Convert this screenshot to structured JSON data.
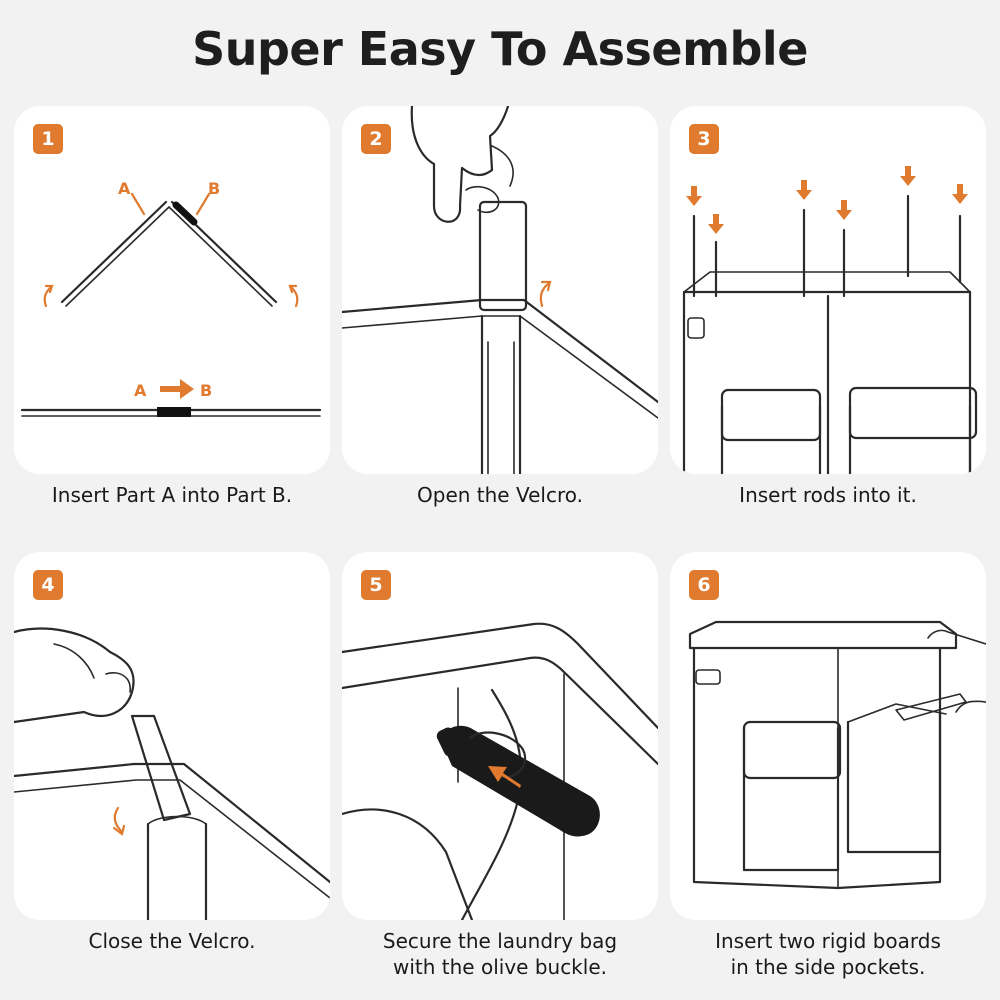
{
  "header": {
    "title": "Super Easy To Assemble"
  },
  "steps": [
    {
      "number": "1",
      "caption": "Insert Part A into Part B.",
      "labels": {
        "a": "A",
        "b": "B",
        "a2": "A",
        "b2": "B"
      }
    },
    {
      "number": "2",
      "caption": "Open the Velcro."
    },
    {
      "number": "3",
      "caption": "Insert rods into it."
    },
    {
      "number": "4",
      "caption": "Close the Velcro."
    },
    {
      "number": "5",
      "caption_line1": "Secure the laundry bag",
      "caption_line2": "with the olive buckle."
    },
    {
      "number": "6",
      "caption_line1": "Insert two rigid boards",
      "caption_line2": "in the side pockets."
    }
  ],
  "colors": {
    "accent": "#e07a2e",
    "card": "#ffffff",
    "background": "#f2f2f2"
  }
}
